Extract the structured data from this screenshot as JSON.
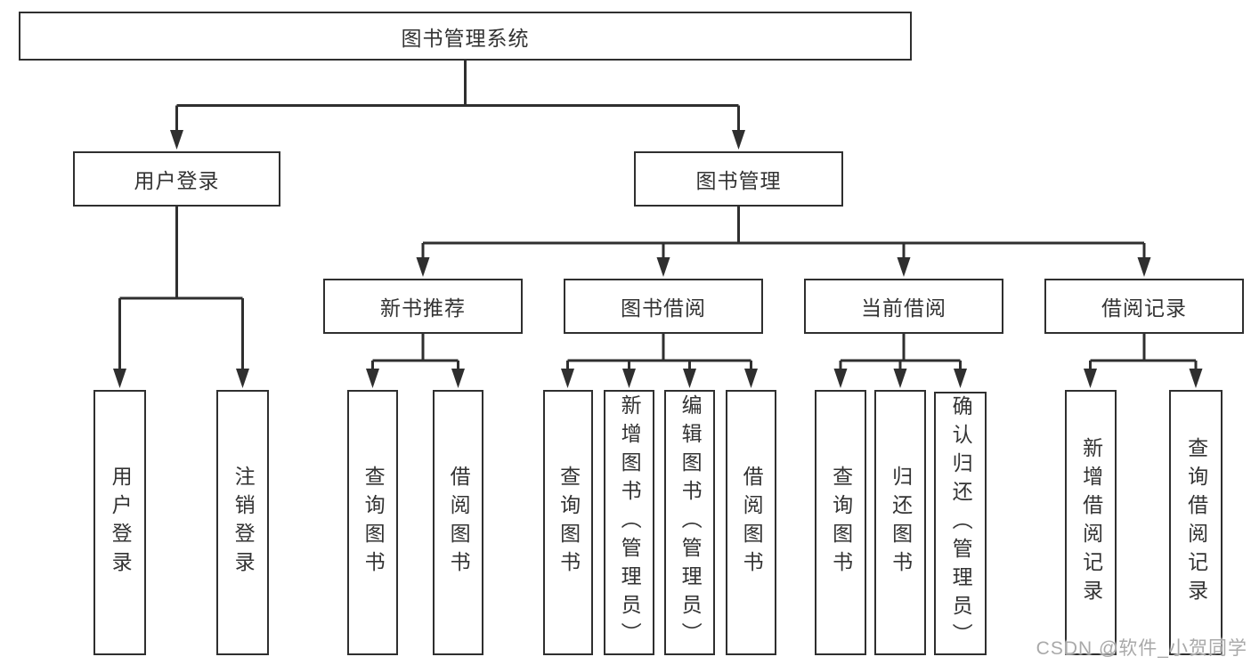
{
  "watermark": "CSDN @软件_小贺同学",
  "colors": {
    "line": "#2f2f2f",
    "box_border": "#2f2f2f",
    "text": "#333333",
    "watermark": "#a9a9a9",
    "background": "#ffffff"
  },
  "tree": {
    "label": "图书管理系统",
    "children": [
      {
        "label": "用户登录",
        "children": [
          {
            "label": "用户登录"
          },
          {
            "label": "注销登录"
          }
        ]
      },
      {
        "label": "图书管理",
        "children": [
          {
            "label": "新书推荐",
            "children": [
              {
                "label": "查询图书"
              },
              {
                "label": "借阅图书"
              }
            ]
          },
          {
            "label": "图书借阅",
            "children": [
              {
                "label": "查询图书"
              },
              {
                "label": "新增图书（管理员）"
              },
              {
                "label": "编辑图书（管理员）"
              },
              {
                "label": "借阅图书"
              }
            ]
          },
          {
            "label": "当前借阅",
            "children": [
              {
                "label": "查询图书"
              },
              {
                "label": "归还图书"
              },
              {
                "label": "确认归还（管理员）"
              }
            ]
          },
          {
            "label": "借阅记录",
            "children": [
              {
                "label": "新增借阅记录"
              },
              {
                "label": "查询借阅记录"
              }
            ]
          }
        ]
      }
    ]
  }
}
